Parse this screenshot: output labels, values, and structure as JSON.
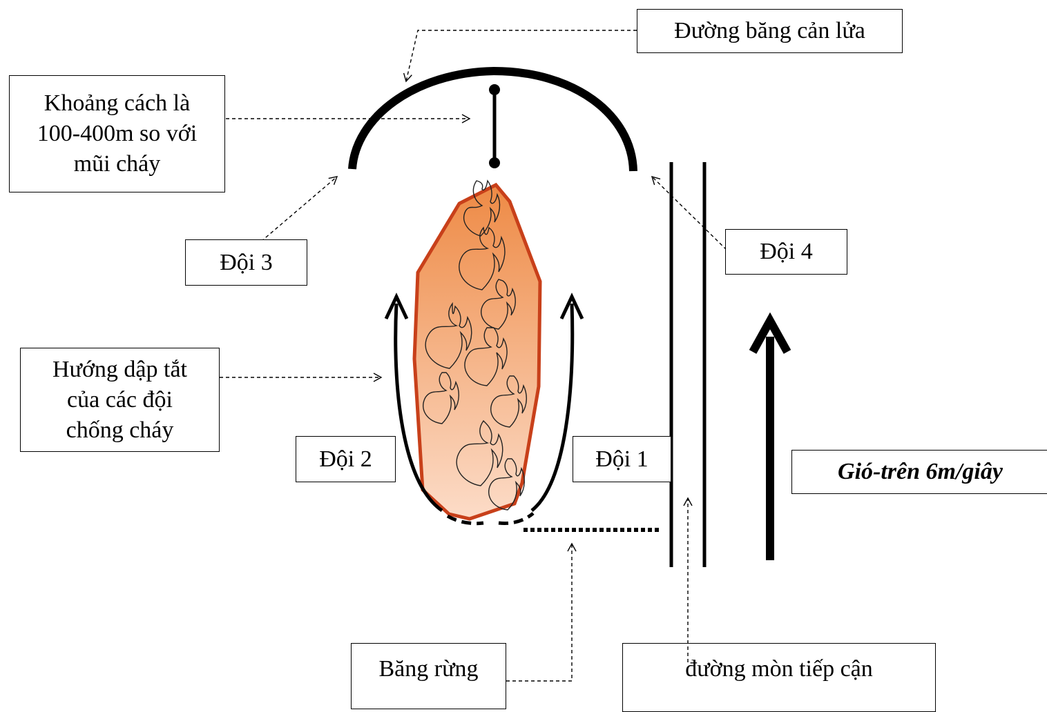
{
  "labels": {
    "firebreak": "Đường băng cản lửa",
    "distance": [
      "Khoảng cách là",
      "100-400m so với",
      "mũi cháy"
    ],
    "team3": "Đội 3",
    "team4": "Đội 4",
    "direction": [
      "Hướng dập tắt",
      "của các đội",
      "chống cháy"
    ],
    "team2": "Đội 2",
    "team1": "Đội 1",
    "wind": "Gió-trên 6m/giây",
    "forest_strip": "Băng rừng",
    "access_trail": "đường mòn tiếp cận"
  },
  "colors": {
    "fire_outline": "#c8401a",
    "fire_fill_top": "#ee8a45",
    "fire_fill_bottom": "#fbd5bd",
    "line": "#000000"
  }
}
